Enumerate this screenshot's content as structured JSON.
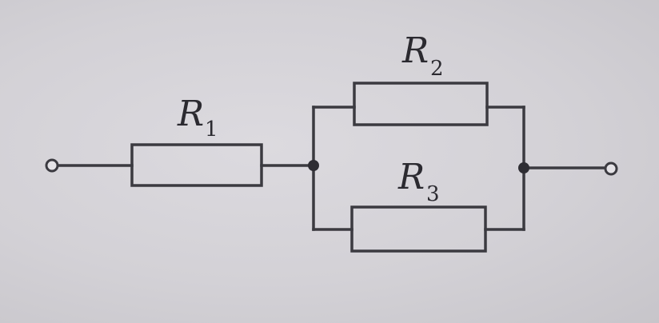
{
  "diagram": {
    "resistors": [
      {
        "letter": "R",
        "sub": "1"
      },
      {
        "letter": "R",
        "sub": "2"
      },
      {
        "letter": "R",
        "sub": "3"
      }
    ]
  },
  "colors": {
    "ink": "#3b3a40",
    "paper": "#d6d4d9"
  }
}
